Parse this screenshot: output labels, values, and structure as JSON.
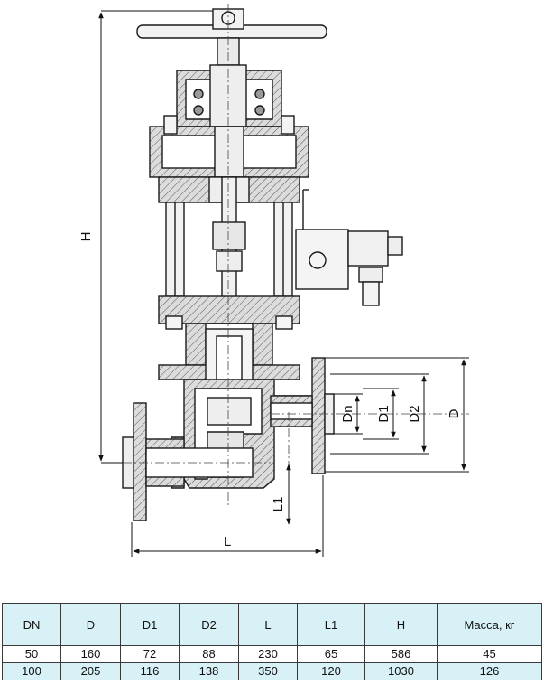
{
  "drawing": {
    "dimension_labels": {
      "H": "H",
      "L": "L",
      "L1": "L1",
      "Dn": "Dn",
      "D1": "D1",
      "D2": "D2",
      "D": "D"
    },
    "colors": {
      "line": "#1a1a1a",
      "section_fill": "#d9d9d9",
      "table_header_bg": "#d7f1f7",
      "table_border": "#3a3a3a"
    }
  },
  "table": {
    "headers": [
      "DN",
      "D",
      "D1",
      "D2",
      "L",
      "L1",
      "H",
      "Масса, кг"
    ],
    "rows": [
      [
        "50",
        "160",
        "72",
        "88",
        "230",
        "65",
        "586",
        "45"
      ],
      [
        "100",
        "205",
        "116",
        "138",
        "350",
        "120",
        "1030",
        "126"
      ]
    ]
  }
}
